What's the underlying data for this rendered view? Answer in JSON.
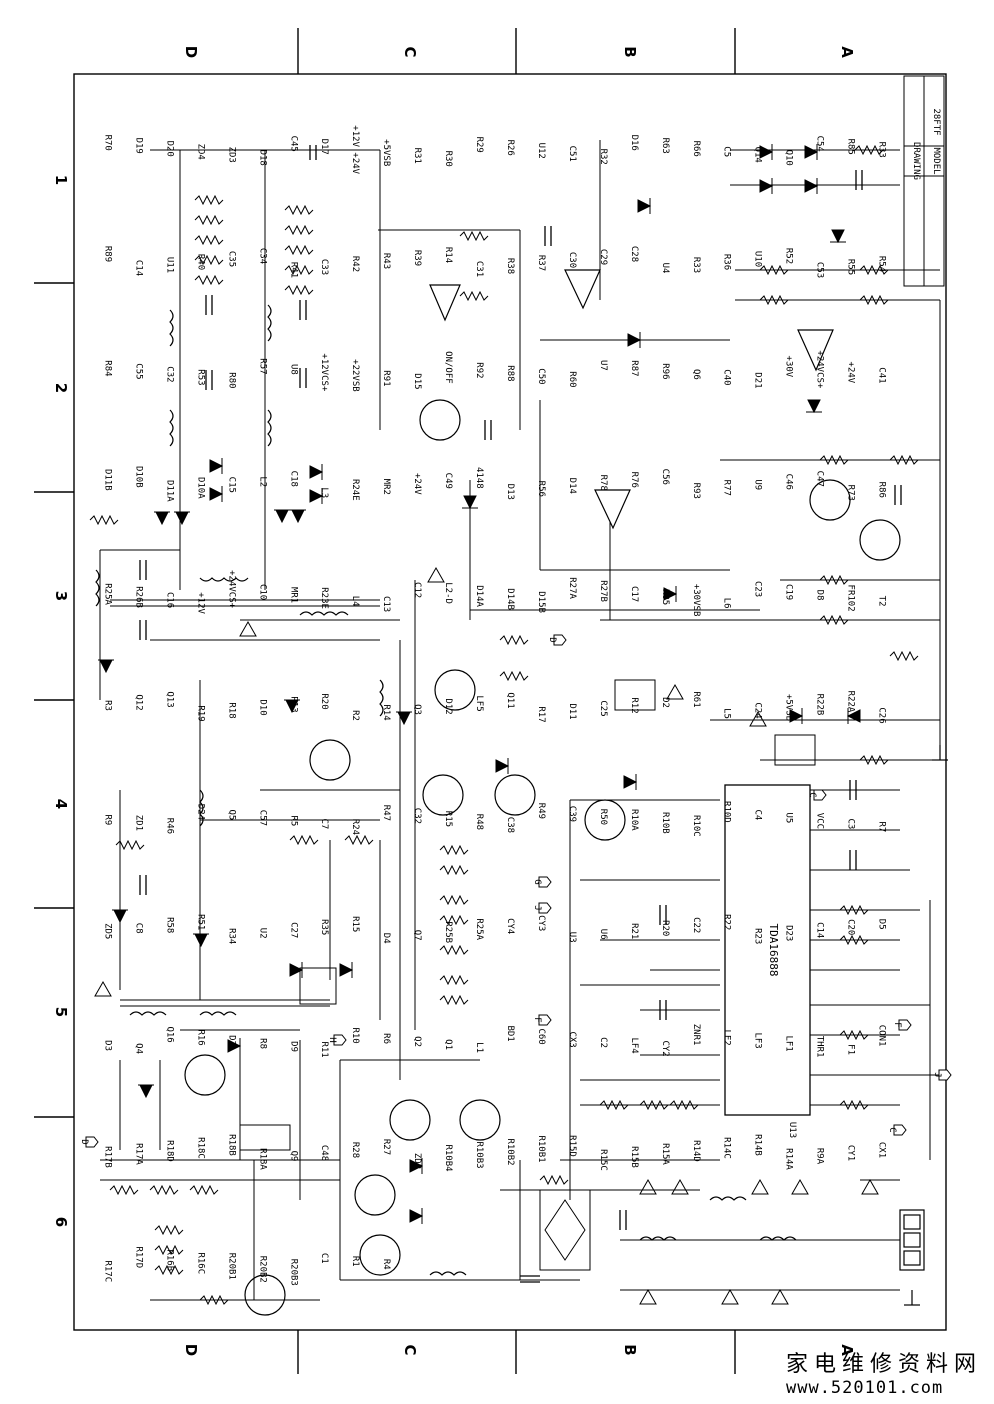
{
  "zones_top": [
    "D",
    "C",
    "B",
    "A"
  ],
  "zones_bottom": [
    "D",
    "C",
    "B",
    "A"
  ],
  "rows": [
    "1",
    "2",
    "3",
    "4",
    "5",
    "6"
  ],
  "title_block": {
    "model_label": "MODEL",
    "model": "28FTF",
    "drawing_label": "DRAWING"
  },
  "ic_u13": "TDA16888",
  "ic_u13_ref": "U13",
  "components": [
    "R70",
    "D19",
    "D20",
    "ZD4",
    "ZD3",
    "D18",
    "C45",
    "D17",
    "+12V +24V",
    "+5VSB",
    "R31",
    "R30",
    "R29",
    "R26",
    "U12",
    "C51",
    "R32",
    "D16",
    "R63",
    "R66",
    "C5",
    "Q14",
    "Q10",
    "C54",
    "R85",
    "R33",
    "R54",
    "R55",
    "C53",
    "R52",
    "U10",
    "R36",
    "R33",
    "U4",
    "C28",
    "C29",
    "C30",
    "R37",
    "R38",
    "C31",
    "R14",
    "R39",
    "R43",
    "R42",
    "C33",
    "R41",
    "C34",
    "C35",
    "R40",
    "U11",
    "C14",
    "R89",
    "R84",
    "C55",
    "C32",
    "R53",
    "R80",
    "R57",
    "U8",
    "+12VCS+",
    "+22VSB",
    "R91",
    "D15",
    "ON/OFF",
    "R92",
    "R88",
    "C50",
    "R60",
    "U7",
    "R87",
    "R96",
    "Q6",
    "C40",
    "D21",
    "+30V",
    "+24VCS+",
    "+24V",
    "C41",
    "R86",
    "R73",
    "C47",
    "C46",
    "U9",
    "R77",
    "R93",
    "C56",
    "R76",
    "R78",
    "D14",
    "R56",
    "D13",
    "4148",
    "C49",
    "+24V",
    "MR2",
    "R24E",
    "L3",
    "C18",
    "L2",
    "C15",
    "D10A",
    "D11A",
    "D10B",
    "D11B",
    "R25A",
    "R26B",
    "C16",
    "+12V",
    "+24VCS+",
    "C10",
    "MR1",
    "R23E",
    "L4",
    "C13",
    "C12",
    "L2-D",
    "D14A",
    "D14B",
    "D15B",
    "R27A",
    "R27B",
    "C17",
    "R85",
    "+30VSB",
    "L6",
    "C23",
    "C19",
    "D8",
    "FR102",
    "T2",
    "C26",
    "R22A",
    "R22B",
    "+5VSB",
    "C24",
    "L5",
    "R61",
    "D2",
    "R12",
    "C25",
    "D11",
    "R17",
    "Q11",
    "LF5",
    "D12",
    "Q3",
    "R14",
    "R2",
    "R20",
    "R13",
    "D10",
    "R18",
    "R19",
    "Q13",
    "Q12",
    "R3",
    "R9",
    "ZD1",
    "R46",
    "D24",
    "Q5",
    "C57",
    "R5",
    "C7",
    "R24",
    "R47",
    "C32",
    "R15",
    "R48",
    "C38",
    "R49",
    "C39",
    "R50",
    "R10A",
    "R10B",
    "R10C",
    "R10D",
    "C4",
    "U5",
    "VCC",
    "C3",
    "R7",
    "D5",
    "C20",
    "C14",
    "D23",
    "R23",
    "R22",
    "C22",
    "R20",
    "R21",
    "U6",
    "U3",
    "CY3",
    "CY4",
    "R25A",
    "R25B",
    "Q7",
    "D4",
    "R15",
    "R35",
    "C27",
    "U2",
    "R34",
    "R51",
    "R58",
    "C8",
    "ZD5",
    "D3",
    "Q4",
    "Q16",
    "R16",
    "D7",
    "R8",
    "D9",
    "R11",
    "R10",
    "R6",
    "Q2",
    "Q1",
    "L1",
    "BD1",
    "C60",
    "CX3",
    "C2",
    "LF4",
    "CY2",
    "ZNR1",
    "LF2",
    "LF3",
    "LF1",
    "THR1",
    "F1",
    "CON1",
    "CX1",
    "CY1",
    "R9A",
    "R14A",
    "R14B",
    "R14C",
    "R14D",
    "R15A",
    "R15B",
    "R15C",
    "R15D",
    "R10B1",
    "R10B2",
    "R10B3",
    "R10B4",
    "ZD2",
    "R27",
    "R28",
    "C48",
    "Q9",
    "R18A",
    "R18B",
    "R18C",
    "R18D",
    "R17A",
    "R17B",
    "R17C",
    "R17D",
    "R16B",
    "R16C",
    "R20B1",
    "R20B2",
    "R20B3",
    "C1",
    "R1",
    "R4"
  ],
  "connectors": [
    "D",
    "G",
    "J",
    "F",
    "H",
    "C",
    "F",
    "J",
    "C",
    "D"
  ],
  "watermark_cn": "家电维修资料网",
  "watermark_url": "www.520101.com"
}
